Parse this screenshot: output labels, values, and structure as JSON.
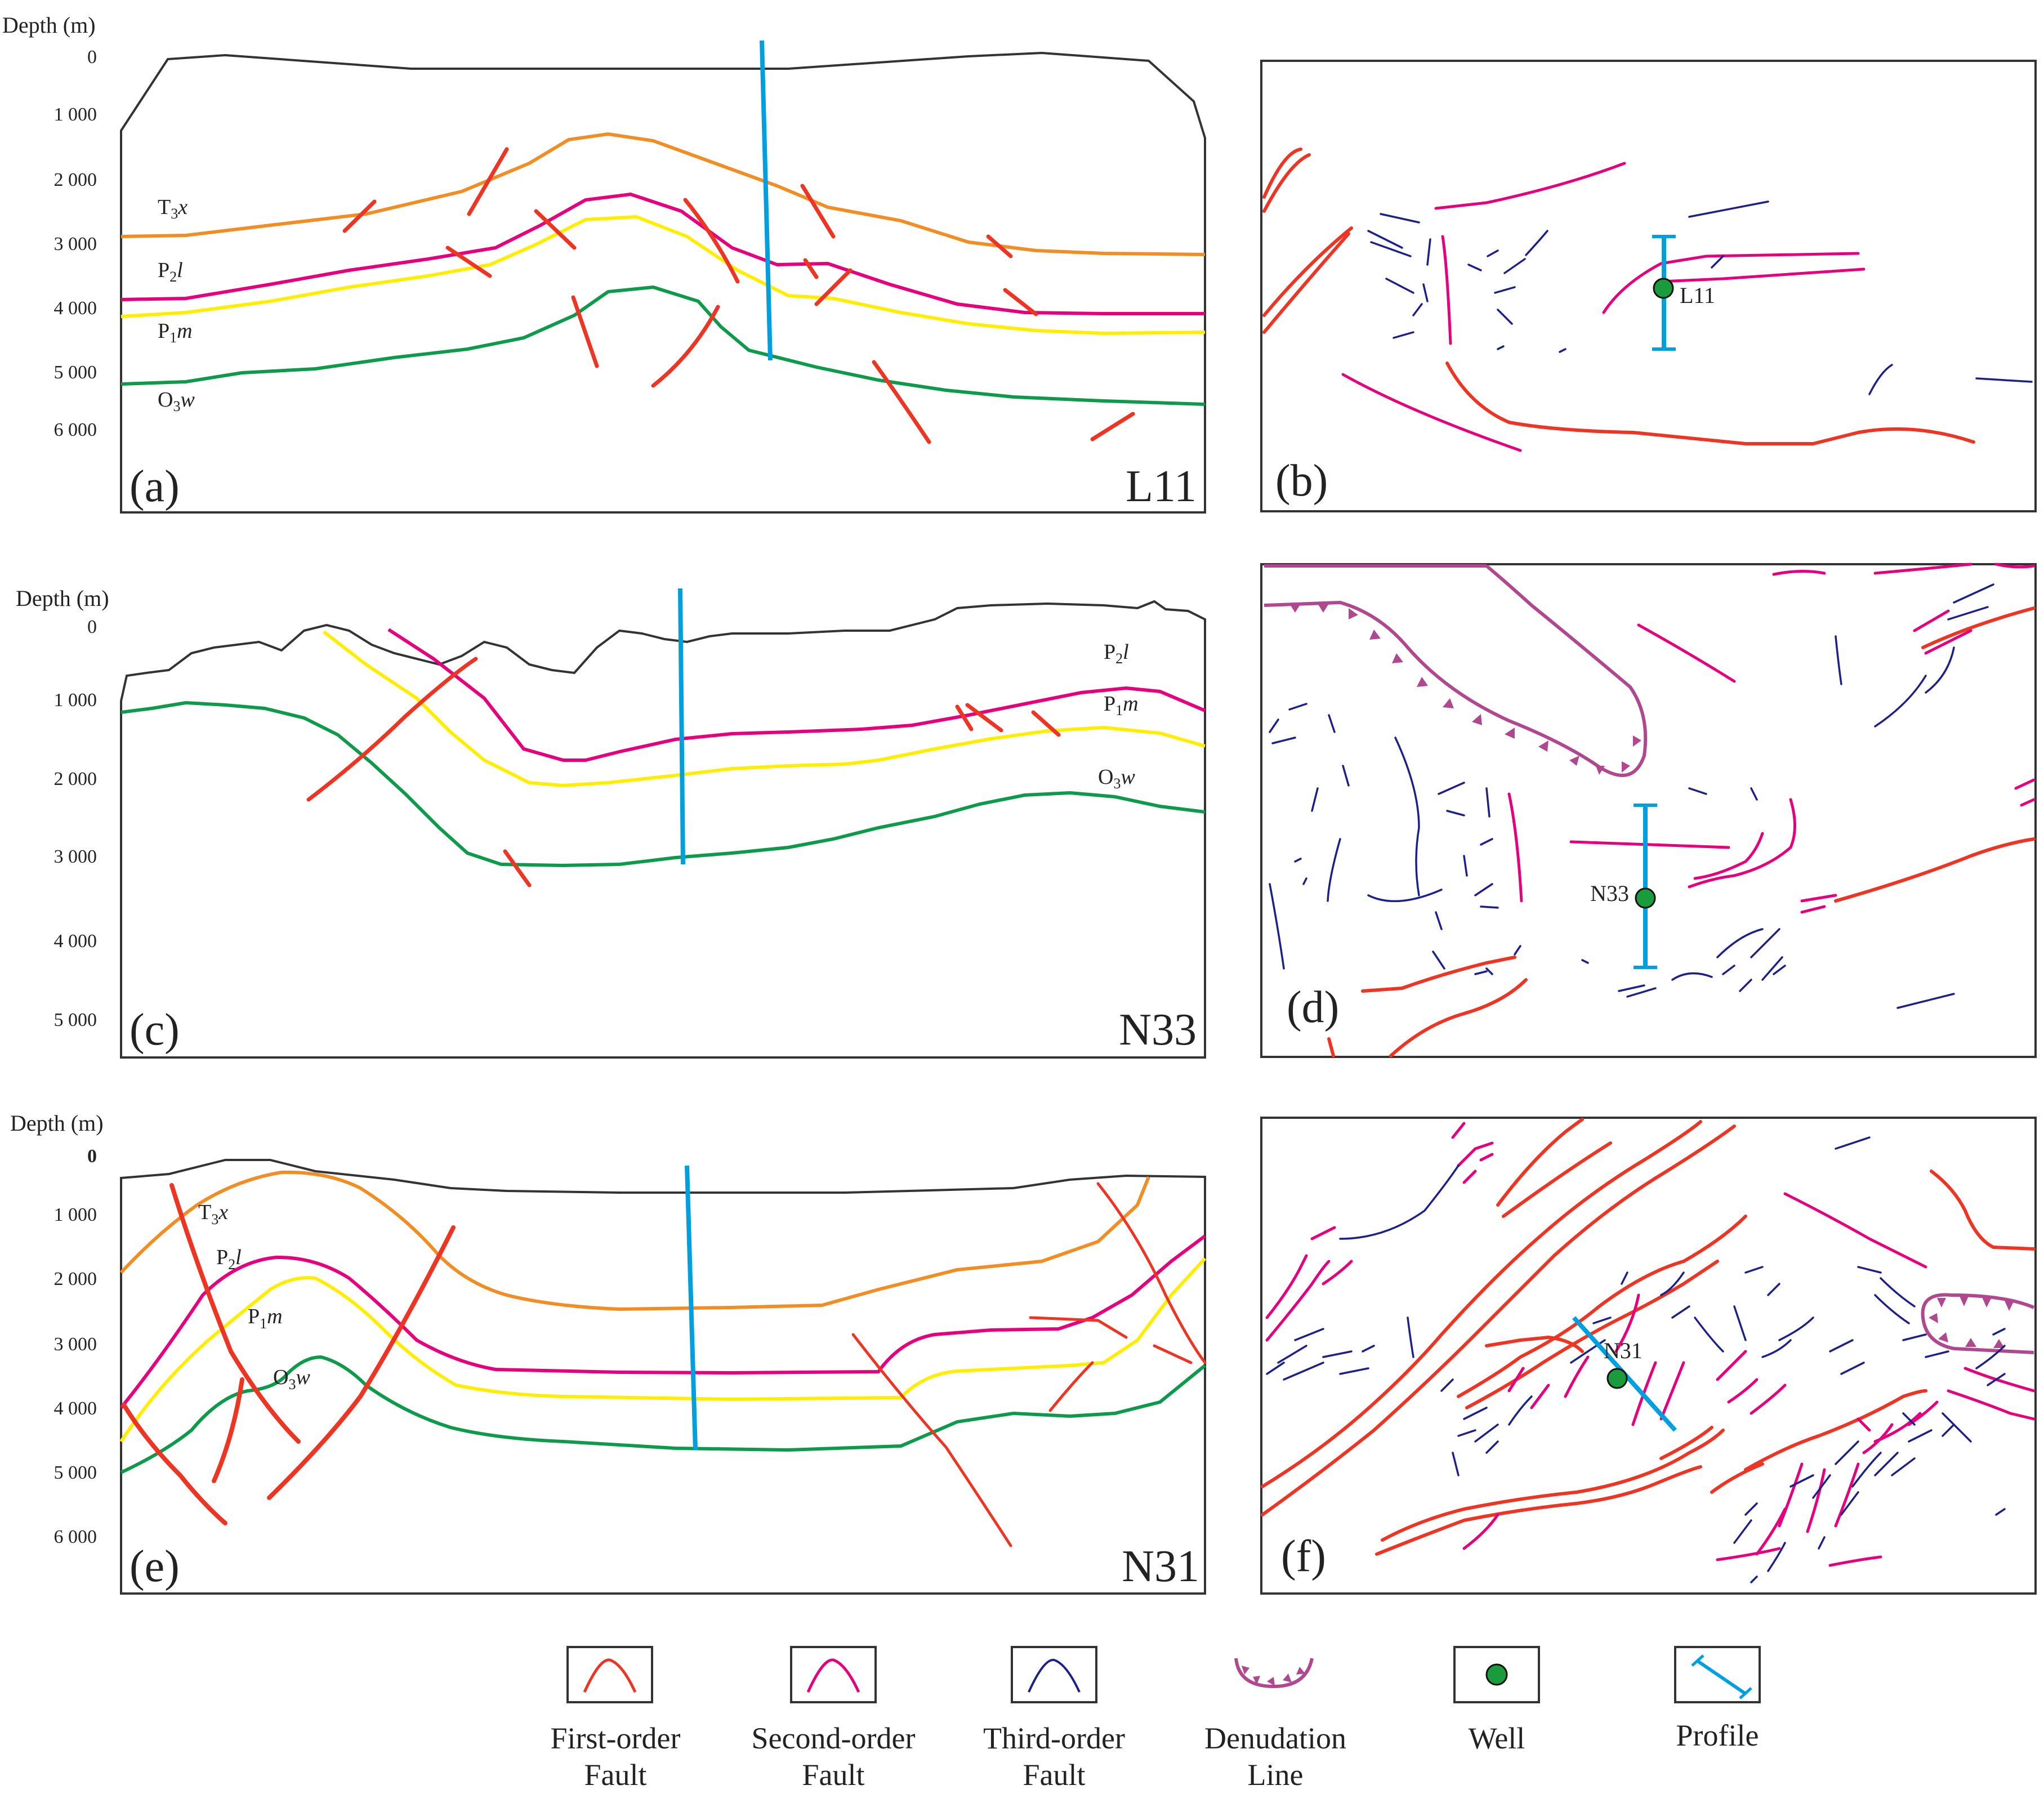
{
  "colors": {
    "first_order": "#ee3524",
    "second_order": "#e6007e",
    "third_order": "#1d2088",
    "denudation": "#b0488f",
    "profile": "#00a0e0",
    "well": "#1a9b3c",
    "T3x": "#f18d22",
    "P2l": "#e6007e",
    "P1m": "#ffee00",
    "O3w": "#0d9a4a",
    "frame": "#333333"
  },
  "sections": [
    {
      "id": "a",
      "label": "(a)",
      "well": "L11",
      "depth_title": "Depth (m)",
      "depth_ticks": [
        "0",
        "1 000",
        "2 000",
        "3 000",
        "4 000",
        "5 000",
        "6 000"
      ],
      "layers": [
        {
          "base": "T",
          "sub": "3",
          "tail": "x"
        },
        {
          "base": "P",
          "sub": "2",
          "tail": "l"
        },
        {
          "base": "P",
          "sub": "1",
          "tail": "m"
        },
        {
          "base": "O",
          "sub": "3",
          "tail": "w"
        }
      ]
    },
    {
      "id": "c",
      "label": "(c)",
      "well": "N33",
      "depth_title": "Depth (m)",
      "depth_ticks": [
        "0",
        "1 000",
        "2 000",
        "3 000",
        "4 000",
        "5 000"
      ],
      "layers": [
        {
          "base": "P",
          "sub": "2",
          "tail": "l"
        },
        {
          "base": "P",
          "sub": "1",
          "tail": "m"
        },
        {
          "base": "O",
          "sub": "3",
          "tail": "w"
        }
      ]
    },
    {
      "id": "e",
      "label": "(e)",
      "well": "N31",
      "depth_title": "Depth (m)",
      "depth_ticks": [
        "0",
        "1 000",
        "2 000",
        "3 000",
        "4 000",
        "5 000",
        "6 000"
      ],
      "layers": [
        {
          "base": "T",
          "sub": "3",
          "tail": "x"
        },
        {
          "base": "P",
          "sub": "2",
          "tail": "l"
        },
        {
          "base": "P",
          "sub": "1",
          "tail": "m"
        },
        {
          "base": "O",
          "sub": "3",
          "tail": "w"
        }
      ]
    }
  ],
  "maps": [
    {
      "id": "b",
      "label": "(b)",
      "well": "L11"
    },
    {
      "id": "d",
      "label": "(d)",
      "well": "N33"
    },
    {
      "id": "f",
      "label": "(f)",
      "well": "N31"
    }
  ],
  "legend": [
    {
      "key": "first_order",
      "line1": "First-order",
      "line2": "Fault"
    },
    {
      "key": "second_order",
      "line1": "Second-order",
      "line2": "Fault"
    },
    {
      "key": "third_order",
      "line1": "Third-order",
      "line2": "Fault"
    },
    {
      "key": "denudation",
      "line1": "Denudation",
      "line2": "Line"
    },
    {
      "key": "well",
      "line1": "Well",
      "line2": ""
    },
    {
      "key": "profile",
      "line1": "Profile",
      "line2": ""
    }
  ]
}
